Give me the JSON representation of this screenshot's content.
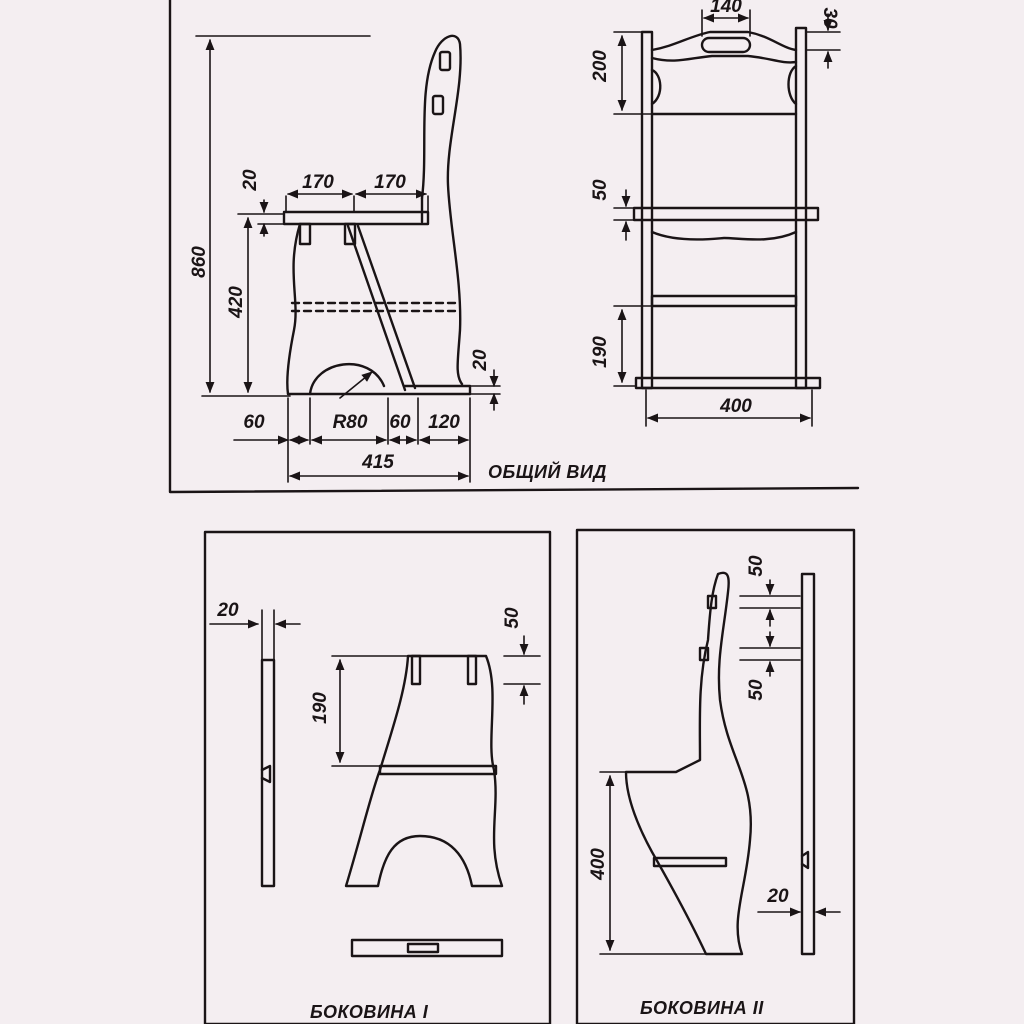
{
  "captions": {
    "general_view": "ОБЩИЙ ВИД",
    "side_1": "БОКОВИНА I",
    "side_2": "БОКОВИНА II"
  },
  "side_view_dims": {
    "height_total": "860",
    "seat_thickness": "20",
    "seat_front": "170",
    "seat_back": "170",
    "seat_height": "420",
    "bottom_foot": "20",
    "left_offset": "60",
    "arch_radius": "R80",
    "slot_width": "60",
    "back_depth": "120",
    "total_depth": "415"
  },
  "front_view_dims": {
    "handle_width": "140",
    "top_rail": "30",
    "back_height": "200",
    "seat_rail": "50",
    "lower_rung": "190",
    "width": "400"
  },
  "side1_dims": {
    "thickness": "20",
    "upper_height": "190",
    "slot_depth": "50"
  },
  "side2_dims": {
    "slot_top": "50",
    "slot_bottom": "50",
    "seat_height": "400",
    "thickness": "20"
  },
  "colors": {
    "ink": "#1a1416",
    "paper": "#f4eef1"
  }
}
